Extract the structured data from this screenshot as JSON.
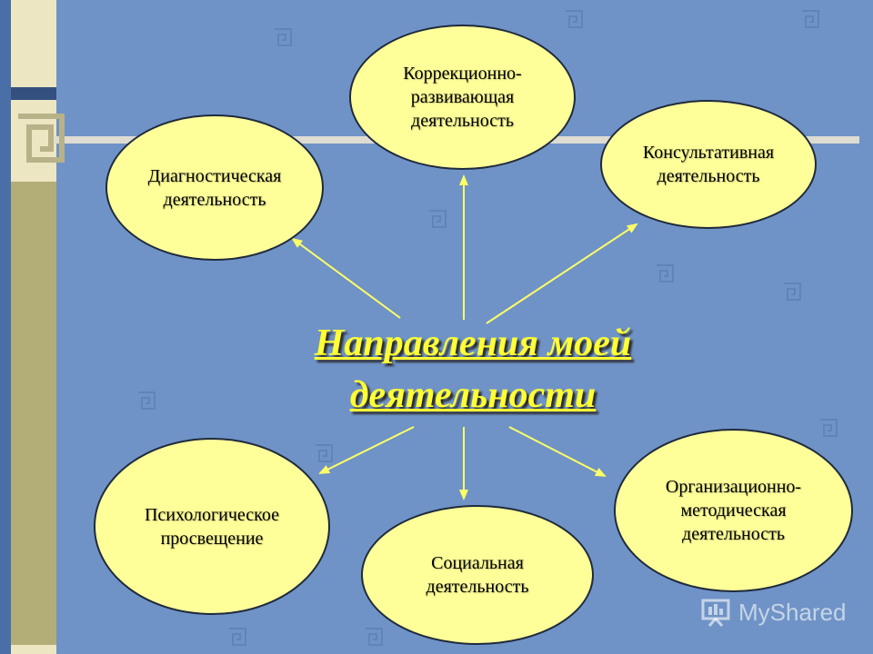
{
  "diagram": {
    "title": "Направления моей деятельности",
    "nodes": [
      {
        "id": "correction",
        "label": "Коррекционно-\nразвивающая\nдеятельность"
      },
      {
        "id": "diagnostic",
        "label": "Диагностическая\nдеятельность"
      },
      {
        "id": "consulting",
        "label": "Консультативная\nдеятельность"
      },
      {
        "id": "psych-education",
        "label": "Психологическое\nпросвещение"
      },
      {
        "id": "organizational",
        "label": "Организационно-\nметодическая\nдеятельность"
      },
      {
        "id": "social",
        "label": "Социальная\nдеятельность"
      }
    ],
    "edges": [
      {
        "from": "title",
        "to": "correction"
      },
      {
        "from": "title",
        "to": "diagnostic"
      },
      {
        "from": "title",
        "to": "consulting"
      },
      {
        "from": "title",
        "to": "psych-education"
      },
      {
        "from": "title",
        "to": "social"
      },
      {
        "from": "title",
        "to": "organizational"
      }
    ]
  },
  "colors": {
    "background": "#6f93c6",
    "node_fill": "#ffff99",
    "title_text": "#ffff33",
    "arrow": "#ffff66"
  },
  "watermark": {
    "text": "MyShared",
    "icon": "presentation-board-icon"
  }
}
